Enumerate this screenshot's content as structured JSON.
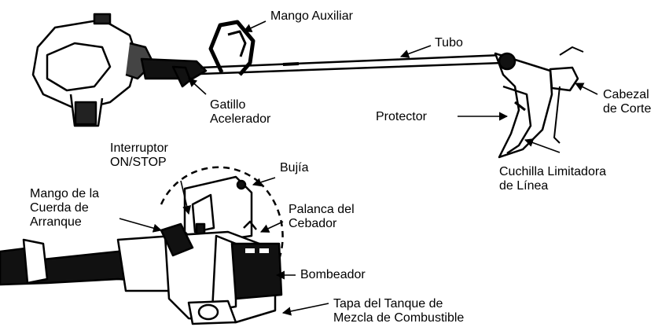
{
  "labels": {
    "mango_auxiliar": "Mango Auxiliar",
    "tubo": "Tubo",
    "gatillo": [
      "Gatillo",
      "Acelerador"
    ],
    "protector": "Protector",
    "cabezal": [
      "Cabezal",
      "de Corte"
    ],
    "cuchilla": [
      "Cuchilla Limitadora",
      "de Línea"
    ],
    "interruptor": [
      "Interruptor",
      "ON/STOP"
    ],
    "bujia": "Bujía",
    "mango_cuerda": [
      "Mango de la",
      "Cuerda de",
      "Arranque"
    ],
    "palanca": [
      "Palanca del",
      "Cebador"
    ],
    "bombeador": "Bombeador",
    "tapa": [
      "Tapa del Tanque de",
      "Mezcla de Combustible"
    ]
  }
}
